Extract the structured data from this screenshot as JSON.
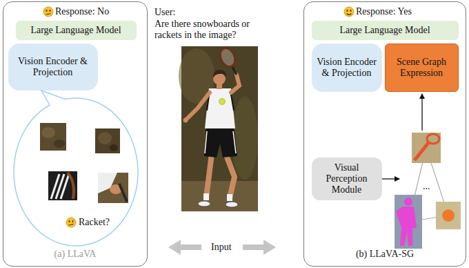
{
  "diagram": {
    "nodes": [
      {
        "text": [
          "Response: No",
          "(a) LLaVA"
        ]
      },
      {
        "text": [
          "Large Language Model"
        ],
        "in": 0
      },
      {
        "text": [
          "Vision Encoder & Projection"
        ],
        "in": 0
      },
      {
        "text": [
          "Racket?"
        ],
        "in": 0
      },
      {
        "text": [
          "Response: Yes",
          "(b) LLaVA-SG"
        ]
      },
      {
        "text": [
          "Large Language Model"
        ],
        "in": 4
      },
      {
        "text": [
          "Vision Encoder & Projection"
        ],
        "in": 4
      },
      {
        "text": [
          "Scene Graph Expression"
        ],
        "in": 4
      },
      {
        "text": [
          "Visual Perception Module"
        ],
        "in": 4
      }
    ],
    "labels": [
      "User:",
      "Are there snowboards or rackets in the image?",
      "Input",
      "..."
    ]
  }
}
